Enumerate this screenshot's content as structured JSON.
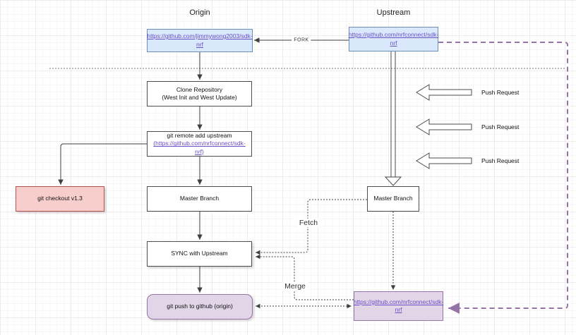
{
  "titles": {
    "origin": "Origin",
    "upstream": "Upstream"
  },
  "nodes": {
    "origin_repo": {
      "label": "https://github.com/jimmywong2003/sdk-nrf"
    },
    "upstream_repo": {
      "label": "https://github.com/nrfconnect/sdk-nrf"
    },
    "clone_repo": {
      "line1": "Clone Repository",
      "line2": "(West Init and West Update)"
    },
    "git_remote": {
      "line1": "git remote add upstream",
      "line2": "(https://github.com/nrfconnect/sdk-nrf)"
    },
    "git_checkout": {
      "label": "git checkout v1.3"
    },
    "master_origin": {
      "label": "Master Branch"
    },
    "sync_upstream": {
      "label": "SYNC with Upstream"
    },
    "git_push": {
      "label": "git push to github (origin)"
    },
    "origin_github": {
      "label": "https://github.com/nrfconnect/sdk-nrf"
    }
  },
  "edge_labels": {
    "fork": "FORK",
    "fetch": "Fetch",
    "merge": "Merge"
  },
  "push_requests": [
    "Push Request",
    "Push Request",
    "Push Request"
  ],
  "colors": {
    "blue_fill": "#dae8fc",
    "blue_border": "#6c8ebf",
    "purple_fill": "#e1d5e7",
    "purple_border": "#9673a6",
    "red_fill": "#f8cecc",
    "red_border": "#b85450",
    "link": "#6a4fc4",
    "edge": "#3f3f3f"
  }
}
